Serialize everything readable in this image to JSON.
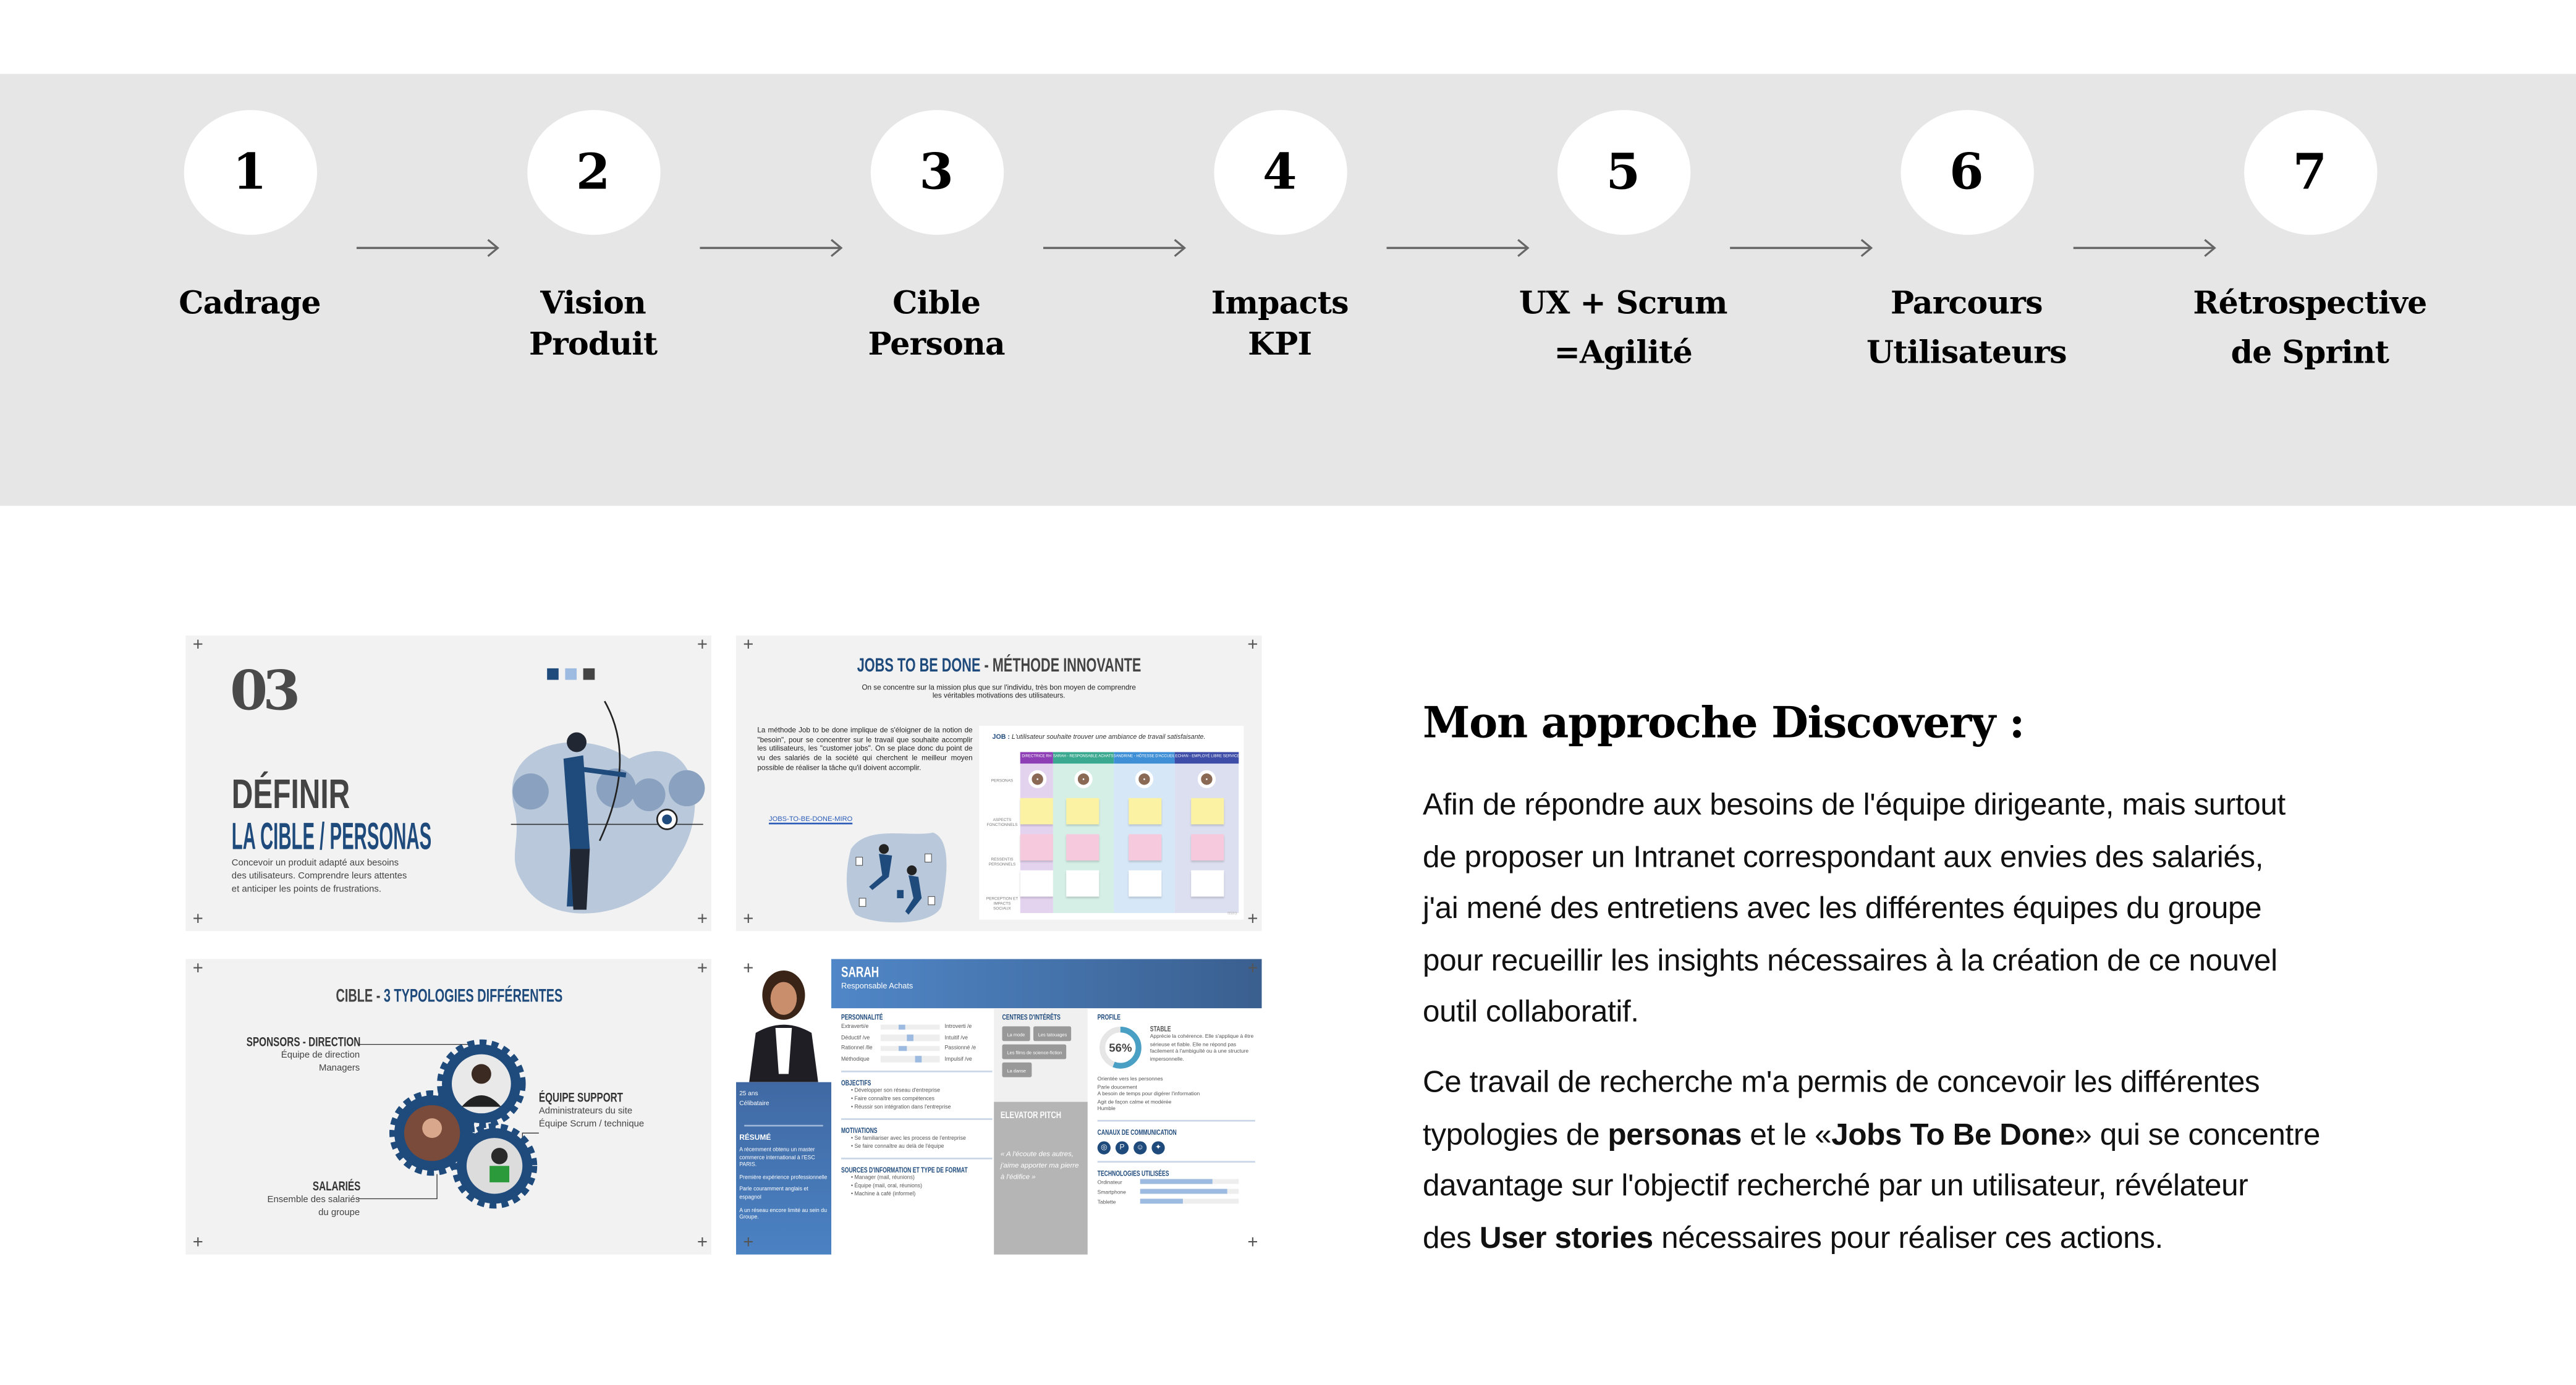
{
  "process": {
    "steps": [
      {
        "number": "1",
        "label_line1": "Cadrage",
        "label_line2": ""
      },
      {
        "number": "2",
        "label_line1": "Vision",
        "label_line2": "Produit"
      },
      {
        "number": "3",
        "label_line1": "Cible",
        "label_line2": "Persona"
      },
      {
        "number": "4",
        "label_line1": "Impacts",
        "label_line2": "KPI"
      },
      {
        "number": "5",
        "label_line1": "UX + Scrum",
        "label_line2": "=Agilité"
      },
      {
        "number": "6",
        "label_line1": "Parcours",
        "label_line2": "Utilisateurs"
      },
      {
        "number": "7",
        "label_line1": "Rétrospective",
        "label_line2": "de Sprint"
      }
    ],
    "colors": {
      "band": "#e6e6e6",
      "arrow": "#666666"
    }
  },
  "slides": {
    "definir": {
      "number": "03",
      "title": "DÉFINIR",
      "subtitle": "LA CIBLE / PERSONAS",
      "description_lines": [
        "Concevoir un produit adapté aux besoins",
        "des utilisateurs. Comprendre leurs attentes",
        "et anticiper les points de frustrations."
      ],
      "palette": [
        "#1f4a7c",
        "#9dbbe0",
        "#444444"
      ]
    },
    "jtbd": {
      "title_part1": "JOBS TO BE DONE",
      "title_sep": " - ",
      "title_part2": "MÉTHODE INNOVANTE",
      "intro_lines": [
        "On se concentre sur la mission plus que sur l'individu, très bon moyen de comprendre",
        "les véritables motivations des utilisateurs."
      ],
      "body": "La méthode Job to be done implique de s'éloigner de la notion de \"besoin\", pour se concentrer sur le travail que souhaite accomplir les utilisateurs, les \"customer jobs\". On se place donc du point de vu des salariés de la société qui cherchent le meilleur moyen possible de réaliser la tâche qu'il doivent accomplir.",
      "link": "JOBS-TO-BE-DONE-MIRO",
      "board": {
        "job_label": "JOB :",
        "job_text": "L'utilisateur souhaite trouver une ambiance de travail satisfaisante.",
        "columns": [
          {
            "name": "DIRECTRICE RH",
            "color": "#8e3fb5",
            "bg": "#e4d3ef"
          },
          {
            "name": "SARAH - RESPONSABLE ACHATS",
            "color": "#3aa98f",
            "bg": "#d5efe6"
          },
          {
            "name": "SANDRINE - HÔTESSE D'ACCUEIL",
            "color": "#3f8fd6",
            "bg": "#d6e7f7"
          },
          {
            "name": "ECHAN - EMPLOYÉ LIBRE SERVICE",
            "color": "#3e4ea8",
            "bg": "#dcdff0"
          }
        ],
        "rows": [
          "PERSONAS",
          "ASPECTS FONCTIONNELS",
          "RESSENTIS PERSONNELS",
          "PERCEPTION ET IMPACTS SOCIAUX"
        ],
        "watermark": "miro"
      }
    },
    "cible": {
      "title_part1": "CIBLE - ",
      "title_part2": "3 TYPOLOGIES DIFFÉRENTES",
      "groups": [
        {
          "title": "SPONSORS - DIRECTION",
          "lines": [
            "Équipe de direction",
            "Managers"
          ]
        },
        {
          "title": "ÉQUIPE SUPPORT",
          "lines": [
            "Administrateurs du site",
            "Équipe Scrum / technique"
          ]
        },
        {
          "title": "SALARIÉS",
          "lines": [
            "Ensemble des salariés",
            "du groupe"
          ]
        }
      ],
      "gear_color": "#1f4a7c"
    },
    "persona": {
      "name": "SARAH",
      "role": "Responsable Achats",
      "info": [
        "25 ans",
        "Célibataire"
      ],
      "resume_title": "RÉSUMÉ",
      "resume": [
        "A récemment obtenu un master commerce international à l'ESC PARIS.",
        "Première expérience professionnelle",
        "Parle couramment anglais et espagnol",
        "A un réseau encore limité au sein du Groupe."
      ],
      "personality_title": "PERSONNALITÉ",
      "personality": [
        {
          "left": "Extraverti/e",
          "right": "Introverti /e",
          "value": 0.35
        },
        {
          "left": "Déductif /ve",
          "right": "Intuitif /ve",
          "value": 0.5
        },
        {
          "left": "Rationnel /lle",
          "right": "Passionné /e",
          "value": 0.37
        },
        {
          "left": "Méthodique",
          "right": "Impulsif /ve",
          "value": 0.67
        }
      ],
      "objectives_title": "OBJECTIFS",
      "objectives": [
        "Développer son réseau d'entreprise",
        "Faire connaître ses compétences",
        "Réussir son intégration dans l'entreprise"
      ],
      "motivations_title": "MOTIVATIONS",
      "motivations": [
        "Se familiariser avec les process de l'entreprise",
        "Se faire connaître au delà de l'équipe"
      ],
      "sources_title": "SOURCES D'INFORMATION ET TYPE DE FORMAT",
      "sources": [
        "Manager (mail, réunions)",
        "Équipe (mail, oral, réunions)",
        "Machine à café (informel)"
      ],
      "interests_title": "CENTRES D'INTÉRÊTS",
      "interests": [
        "La mode",
        "Les tatouages",
        "Les films de science-fiction",
        "La danse"
      ],
      "pitch_title": "ELEVATOR PITCH",
      "pitch": "« A l'écoute des autres, j'aime apporter ma pierre à l'édifice »",
      "profile_title": "PROFILE",
      "profile_value": 56,
      "profile_value_label": "56%",
      "profile_type": "STABLE",
      "profile_text": "Apprécie la cohérence. Elle s'applique à être sérieuse et fiable. Elle ne répond pas facilement à l'ambiguïté ou à une structure impersonnelle.",
      "traits": [
        "Orientée vers les personnes",
        "Parle doucement",
        "A besoin de temps pour digérer l'information",
        "Agit de façon calme et modérée",
        "Humble"
      ],
      "channels_title": "CANAUX DE COMMUNICATION",
      "channels": [
        "instagram-icon",
        "pinterest-icon",
        "snapchat-icon",
        "twitter-icon"
      ],
      "tech_title": "TECHNOLOGIES UTILISÉES",
      "tech": [
        {
          "name": "Ordinateur",
          "value": 0.73
        },
        {
          "name": "Smartphone",
          "value": 0.88
        },
        {
          "name": "Tablette",
          "value": 0.43
        }
      ]
    }
  },
  "discovery": {
    "title": "Mon approche  Discovery :",
    "p1_lines": [
      "Afin de répondre aux besoins de l'équipe dirigeante, mais surtout",
      "de proposer un Intranet correspondant aux envies des salariés,",
      "j'ai mené des entretiens avec les différentes équipes du groupe",
      "pour recueillir les insights nécessaires à la création de ce nouvel",
      "outil collaboratif."
    ],
    "p2": {
      "l1": "Ce travail de recherche m'a permis de concevoir les différentes",
      "l2_a": "typologies de ",
      "l2_b": "personas",
      "l2_c": " et le «",
      "l2_d": "Jobs To Be Done",
      "l2_e": "» qui se concentre",
      "l3": "davantage sur l'objectif recherché par un utilisateur, révélateur",
      "l4_a": "des ",
      "l4_b": "User stories",
      "l4_c": " nécessaires pour réaliser ces actions."
    }
  }
}
